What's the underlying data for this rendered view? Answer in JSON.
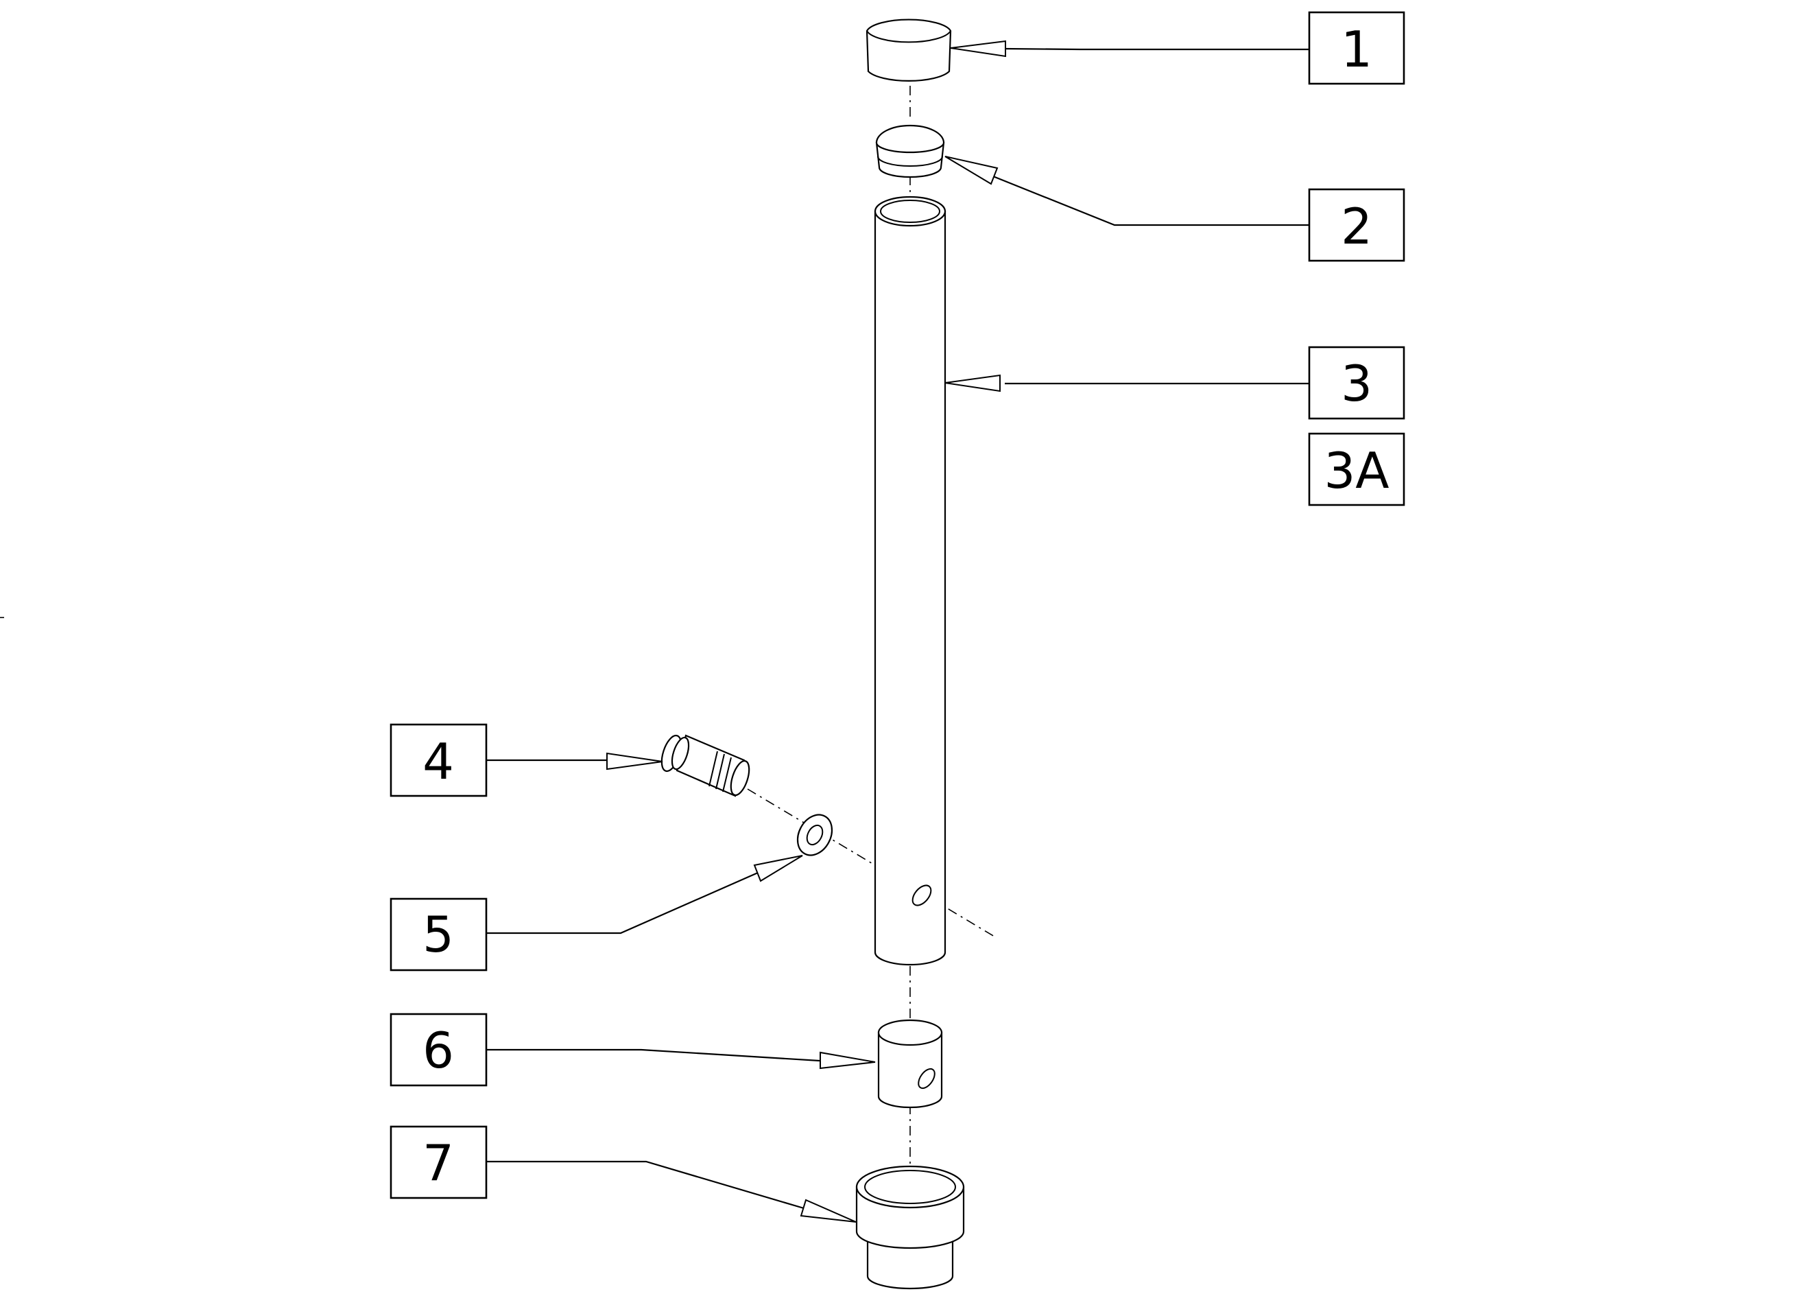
{
  "diagram": {
    "type": "exploded parts diagram",
    "callouts": [
      {
        "id": "1",
        "label": "1"
      },
      {
        "id": "2",
        "label": "2"
      },
      {
        "id": "3",
        "label": "3"
      },
      {
        "id": "3A",
        "label": "3A"
      },
      {
        "id": "4",
        "label": "4"
      },
      {
        "id": "5",
        "label": "5"
      },
      {
        "id": "6",
        "label": "6"
      },
      {
        "id": "7",
        "label": "7"
      }
    ]
  }
}
